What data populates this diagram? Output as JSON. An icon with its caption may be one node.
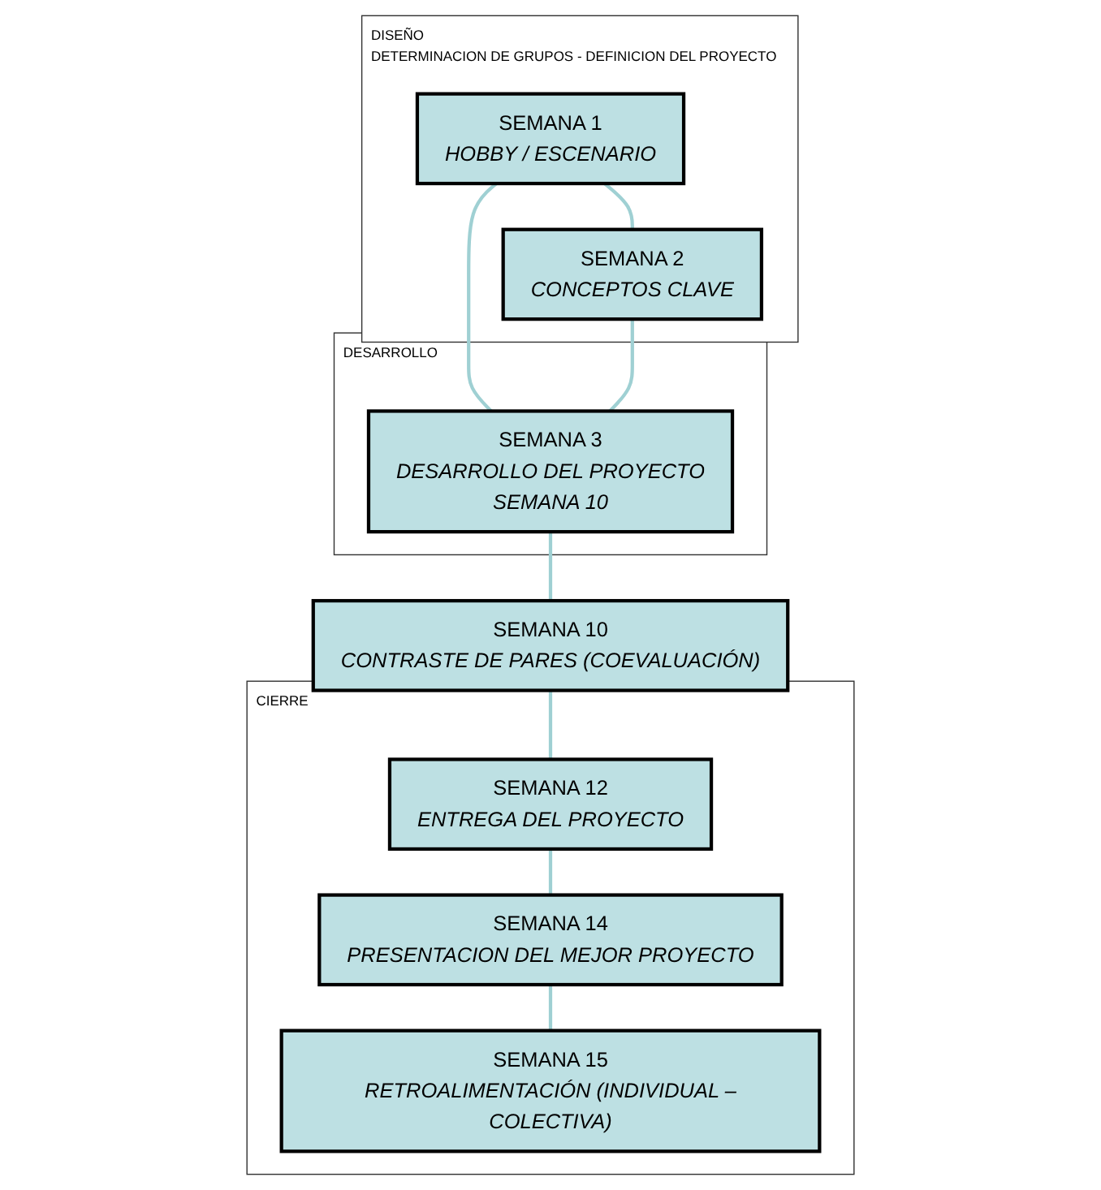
{
  "diagram": {
    "nodes": [
      {
        "text": [
          "DISEÑO",
          "DETERMINACION DE GRUPOS - DEFINICION DEL PROYECTO"
        ]
      },
      {
        "text": [
          "SEMANA 1",
          "HOBBY / ESCENARIO"
        ],
        "in": 0
      },
      {
        "text": [
          "SEMANA 2",
          "CONCEPTOS CLAVE"
        ],
        "in": 0
      },
      {
        "text": [
          "DESARROLLO"
        ]
      },
      {
        "text": [
          "SEMANA 3",
          "DESARROLLO DEL PROYECTO",
          "SEMANA 10"
        ],
        "in": 3
      },
      {
        "text": [
          "SEMANA 10",
          "CONTRASTE DE PARES (COEVALUACIÓN)"
        ]
      },
      {
        "text": [
          "CIERRE"
        ]
      },
      {
        "text": [
          "SEMANA 12",
          "ENTREGA DEL PROYECTO"
        ],
        "in": 6
      },
      {
        "text": [
          "SEMANA 14",
          "PRESENTACION DEL MEJOR PROYECTO"
        ],
        "in": 6
      },
      {
        "text": [
          "SEMANA 15",
          "RETROALIMENTACIÓN (INDIVIDUAL –COLECTIVA)"
        ],
        "in": 6
      }
    ],
    "edges": [
      {
        "from": 1,
        "to": 2,
        "arrow": "none"
      },
      {
        "from": 1,
        "to": 4,
        "arrow": "none"
      },
      {
        "from": 2,
        "to": 4,
        "arrow": "none"
      },
      {
        "from": 4,
        "to": 5,
        "arrow": "none"
      },
      {
        "from": 5,
        "to": 7,
        "arrow": "none"
      },
      {
        "from": 7,
        "to": 8,
        "arrow": "none"
      },
      {
        "from": 8,
        "to": 9,
        "arrow": "none"
      }
    ]
  }
}
